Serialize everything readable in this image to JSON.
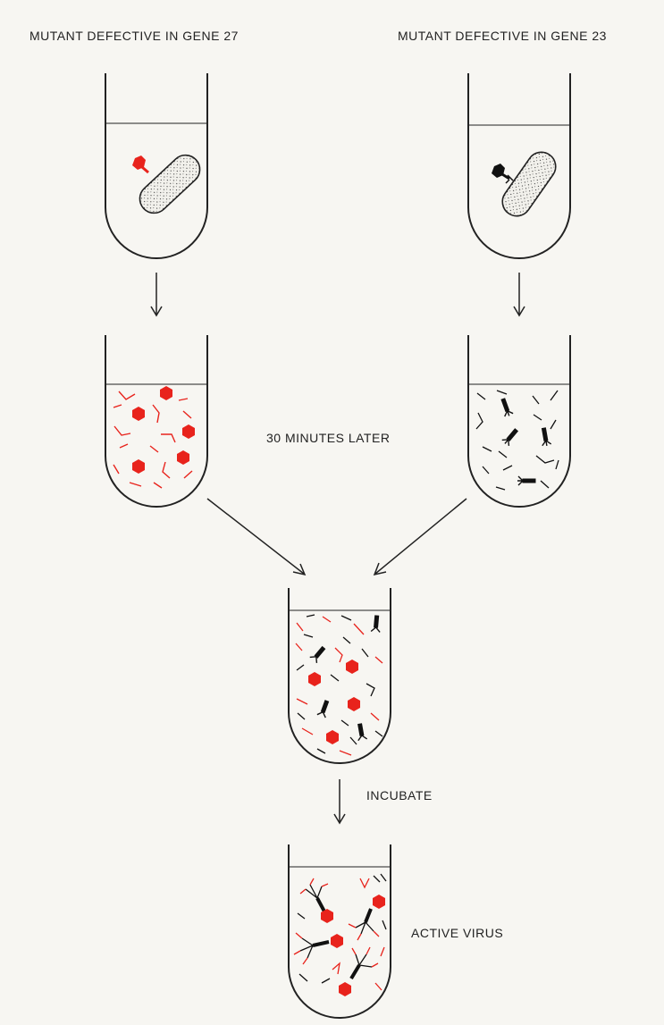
{
  "labels": {
    "left_title": "MUTANT DEFECTIVE IN GENE 27",
    "right_title": "MUTANT DEFECTIVE IN GENE 23",
    "time_label": "30 MINUTES LATER",
    "incubate_label": "INCUBATE",
    "result_label": "ACTIVE VIRUS"
  },
  "colors": {
    "gene27": "#e8231c",
    "gene23": "#111111",
    "ink": "#222222",
    "paper": "#f7f6f2"
  }
}
